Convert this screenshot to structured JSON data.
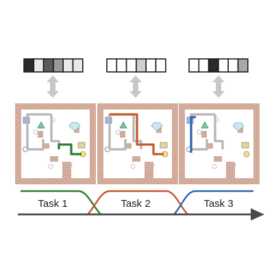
{
  "tasks": [
    {
      "label": "Task 1",
      "code": [
        "#2b2b2b",
        "#e8e8e8",
        "#5a5a5a",
        "#999999",
        "#e8e8e8",
        "#e8e8e8"
      ],
      "path_color": "#2e7d2e"
    },
    {
      "label": "Task 2",
      "code": [
        "#ffffff",
        "#ffffff",
        "#ffffff",
        "#cfcfcf",
        "#ffffff",
        "#ffffff"
      ],
      "path_color": "#c4582a"
    },
    {
      "label": "Task 3",
      "code": [
        "#ffffff",
        "#ffffff",
        "#2b2b2b",
        "#ffffff",
        "#ffffff",
        "#a8a8a8"
      ],
      "path_color": "#2b64b5"
    }
  ],
  "colors": {
    "brick": "#d9b4a4",
    "brick_mortar": "#c69a88",
    "floor": "#ffffff",
    "shared_path": "#b5b5b5",
    "arrow": "#c8c8c8",
    "timeline": "#4a4a4a"
  },
  "icons": [
    "blue-square-icon",
    "green-triangle-icon",
    "diamond-icon",
    "wrench-icon",
    "treasure-chest-icon",
    "gold-coin-icon",
    "faded-item-icon"
  ]
}
